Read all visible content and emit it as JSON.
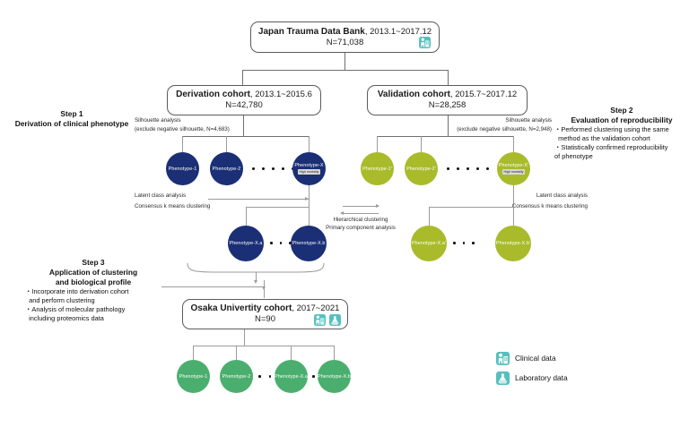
{
  "figure": {
    "title": "Study flow diagram of trauma phenotype derivation, validation and application"
  },
  "boxes": {
    "jtdb": {
      "name": "Japan Trauma Data Bank",
      "period": ", 2013.1~2017.12",
      "n": "N=71,038"
    },
    "derivation": {
      "name": "Derivation cohort",
      "period": ", 2013.1~2015.6",
      "n": "N=42,780"
    },
    "validation": {
      "name": "Validation cohort",
      "period": ", 2015.7~2017.12",
      "n": "N=28,258"
    },
    "osaka": {
      "name": "Osaka Univertity cohort",
      "period": ", 2017~2021",
      "n": "N=90"
    }
  },
  "notes": {
    "silhouette_left_1": "Silhouette analysis",
    "silhouette_left_2": "(exclude negative silhouette, N=4,683)",
    "silhouette_right_1": "Silhouette analysis",
    "silhouette_right_2": "(exclude negative silhouette, N=2,948)",
    "cluster_left_1": "Latent class analysis",
    "cluster_left_2": "Consensus k means clustering",
    "cluster_right_1": "Latent class analysis",
    "cluster_right_2": "Consensus k means clustering",
    "middle_1": "Hierarchical clustering",
    "middle_2": "Primary component analysis"
  },
  "steps": {
    "step1": {
      "title": "Step 1",
      "heading": "Derivation of clinical phenotype",
      "bullets": []
    },
    "step2": {
      "title": "Step 2",
      "heading": "Evaluation of reproducibility",
      "bullets": [
        "・Performed clustering using the same",
        "  method as the validation cohort",
        "・Statistically confirmed reproducibility",
        "of phenotype"
      ]
    },
    "step3": {
      "title": "Step 3",
      "heading_1": "Application of clustering",
      "heading_2": "and biological profile",
      "bullets": [
        "・Incorporate into derivation cohort",
        "  and perform clustering",
        "・Analysis of molecular pathology",
        "  including proteomics data"
      ]
    }
  },
  "phenotypes": {
    "derivation_row": [
      {
        "label": "Phenotype-1",
        "badge": ""
      },
      {
        "label": "Phenotype-2",
        "badge": ""
      },
      {
        "label": "Phenotype-X",
        "badge": "High mortality"
      }
    ],
    "validation_row": [
      {
        "label": "Phenotype-1'",
        "badge": ""
      },
      {
        "label": "Phenotype-2'",
        "badge": ""
      },
      {
        "label": "Phenotype-X'",
        "badge": "High mortality"
      }
    ],
    "derivation_sub_row": [
      {
        "label": "Phenotype-X.a",
        "badge": ""
      },
      {
        "label": "Phenotype-X.b",
        "badge": ""
      }
    ],
    "validation_sub_row": [
      {
        "label": "Phenotype-X.a'",
        "badge": ""
      },
      {
        "label": "Phenotype-X.b'",
        "badge": ""
      }
    ],
    "osaka_row": [
      {
        "label": "Phenotype-1",
        "badge": ""
      },
      {
        "label": "Phenotype-2",
        "badge": ""
      },
      {
        "label": "Phenotype-X.a",
        "badge": ""
      },
      {
        "label": "Phenotype-X.b",
        "badge": ""
      }
    ]
  },
  "legend": {
    "items": [
      {
        "icon": "clinical-data-icon",
        "label": "Clinical data"
      },
      {
        "icon": "laboratory-data-icon",
        "label": "Laboratory data"
      }
    ]
  },
  "colors": {
    "derivation": "#1b2f76",
    "validation": "#a9bb2a",
    "osaka": "#4aaf6e",
    "icon_teal": "#57bfbf",
    "line": "#9b9b9b",
    "box_border": "#5a5a5a"
  }
}
